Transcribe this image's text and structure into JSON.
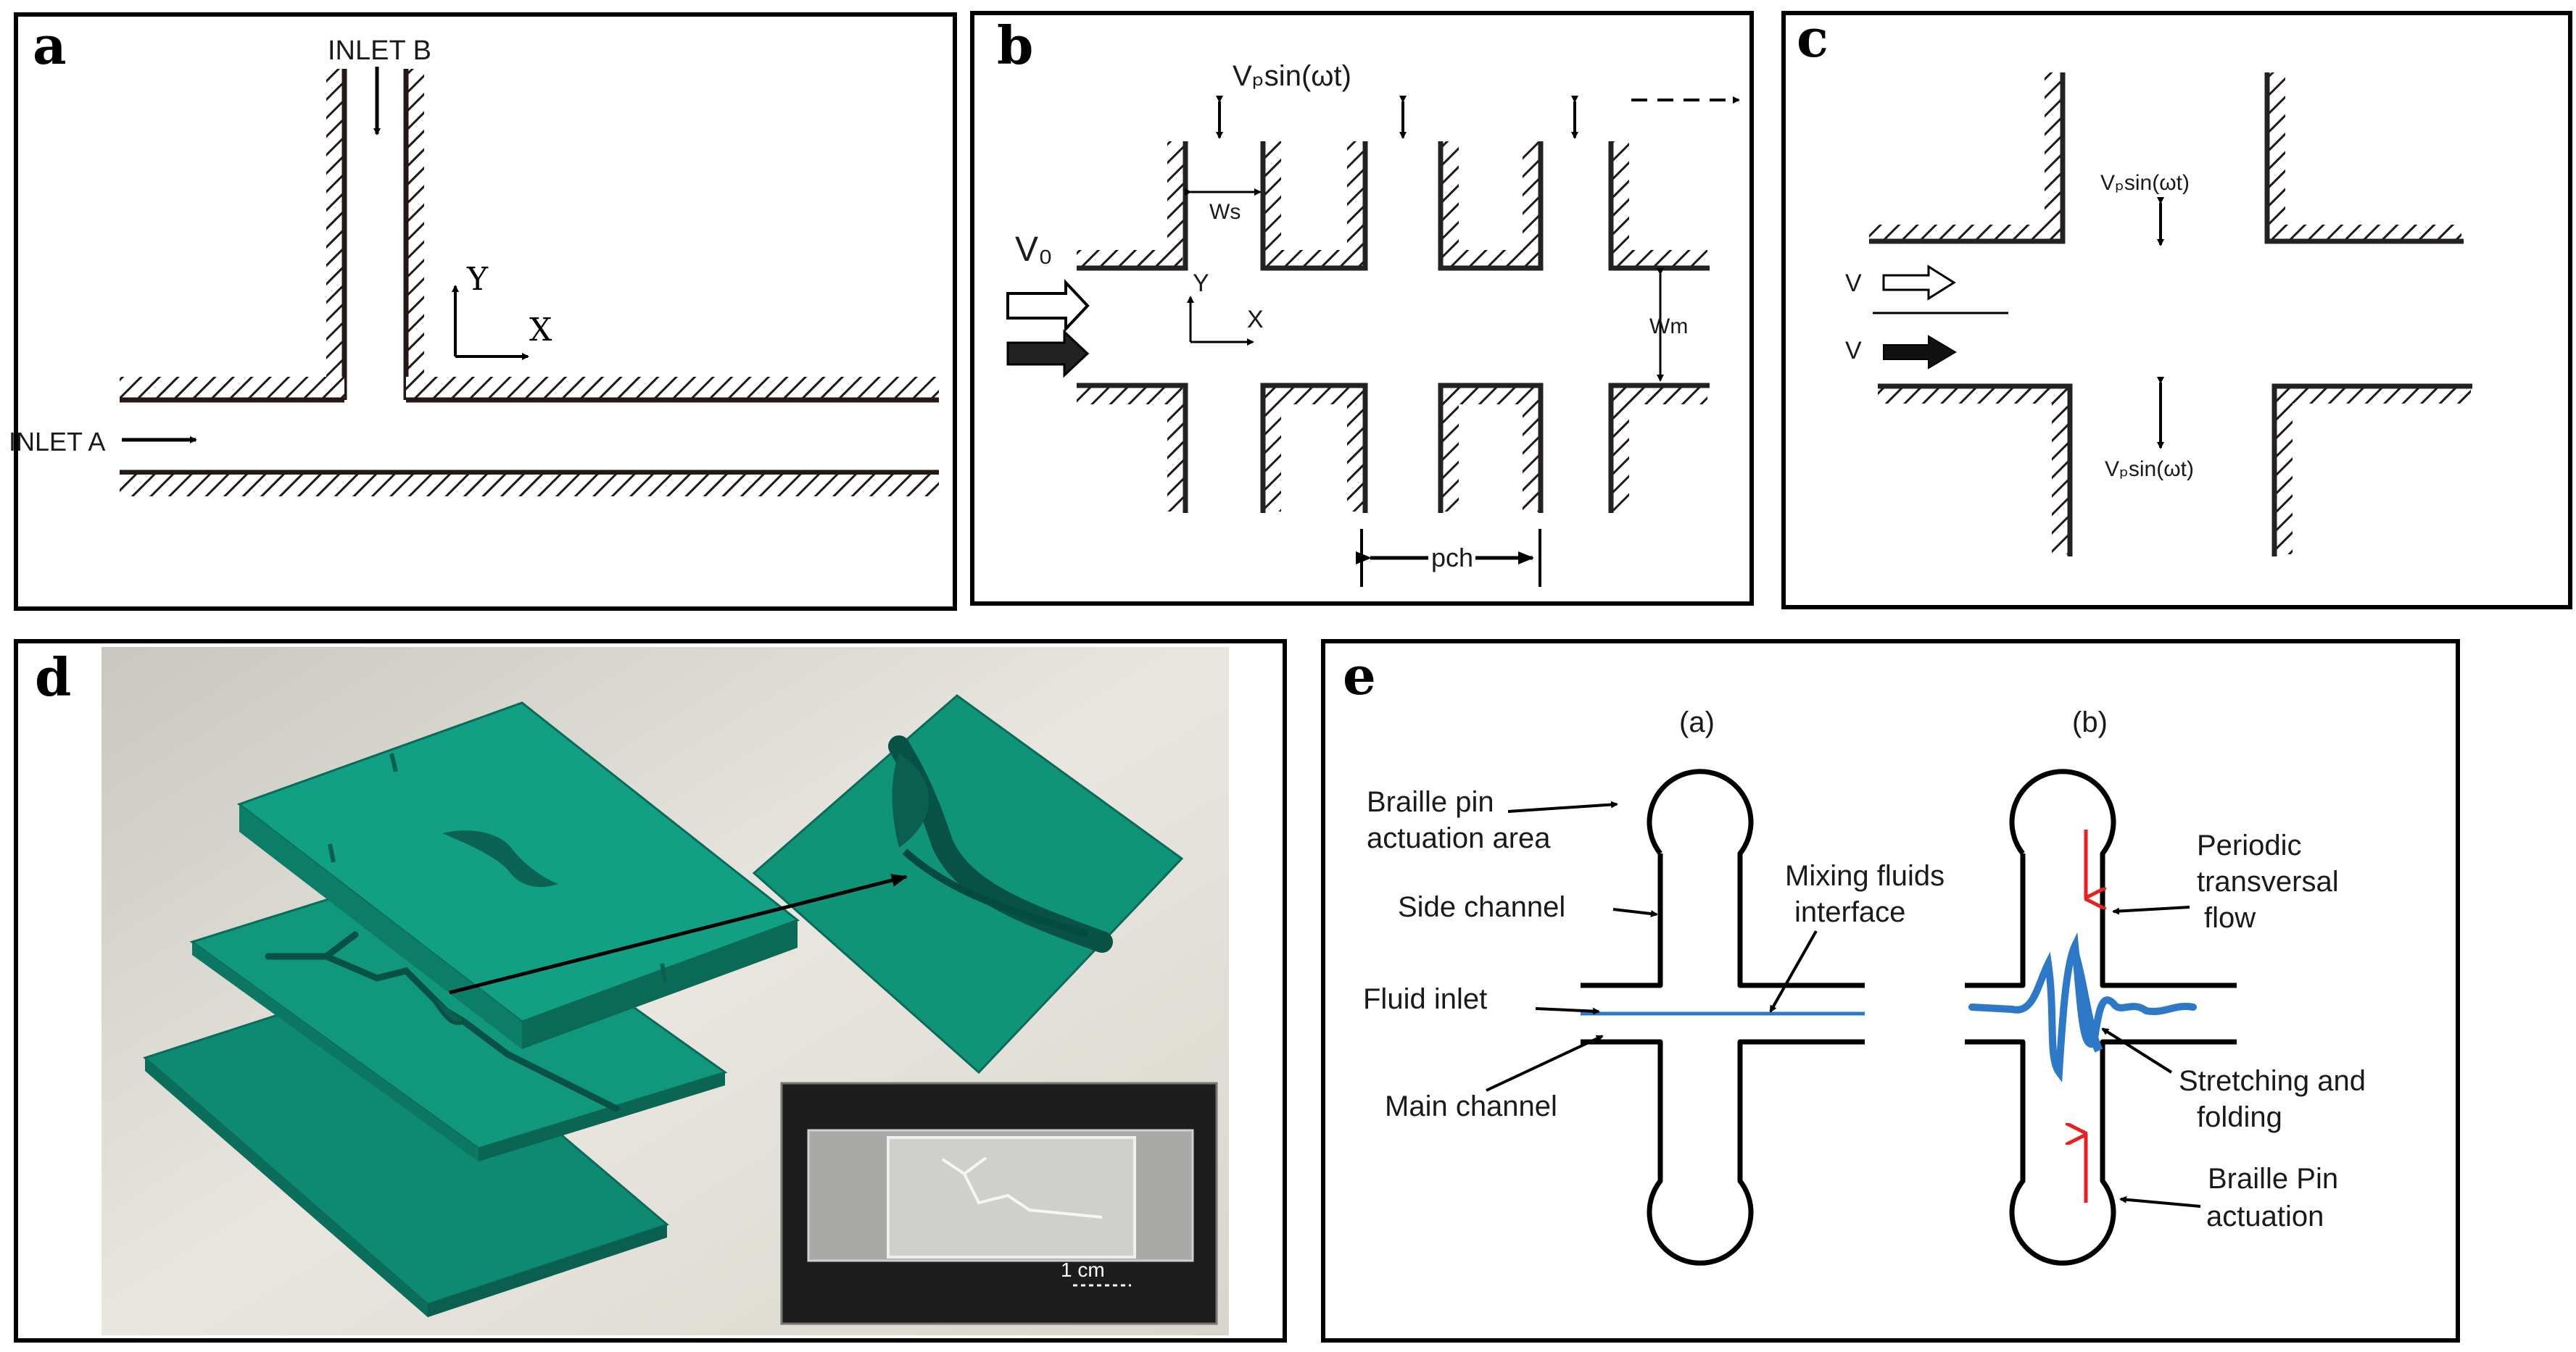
{
  "panels": {
    "a": {
      "letter": "a",
      "inlet_b": "INLET B",
      "inlet_a": "INLET A",
      "axis_x": "X",
      "axis_y": "Y"
    },
    "b": {
      "letter": "b",
      "v0": "V₀",
      "vsin": "Vₚsin(ωt)",
      "ws": "Ws",
      "wm": "Wm",
      "pch": "pch",
      "axis_x": "X",
      "axis_y": "Y"
    },
    "c": {
      "letter": "c",
      "vsin_top": "Vₚsin(ωt)",
      "vsin_bottom": "Vₚsin(ωt)",
      "v_top": "V",
      "v_bottom": "V"
    },
    "d": {
      "letter": "d",
      "scale": "1 cm"
    },
    "e": {
      "letter": "e",
      "sub_a": "(a)",
      "sub_b": "(b)",
      "braille_area_1": "Braille pin",
      "braille_area_2": "actuation area",
      "side_channel": "Side channel",
      "fluid_inlet": "Fluid inlet",
      "main_channel": "Main channel",
      "mixing_1": "Mixing fluids",
      "mixing_2": "interface",
      "periodic_1": "Periodic",
      "periodic_2": "transversal",
      "periodic_3": "flow",
      "stretch_1": "Stretching and",
      "stretch_2": "folding",
      "braille_pin_1": "Braille Pin",
      "braille_pin_2": "actuation"
    }
  },
  "colors": {
    "wall": "#231815",
    "green": "#0e8a72",
    "blue_interface": "#2e78c8",
    "red_arrow": "#e82020"
  }
}
